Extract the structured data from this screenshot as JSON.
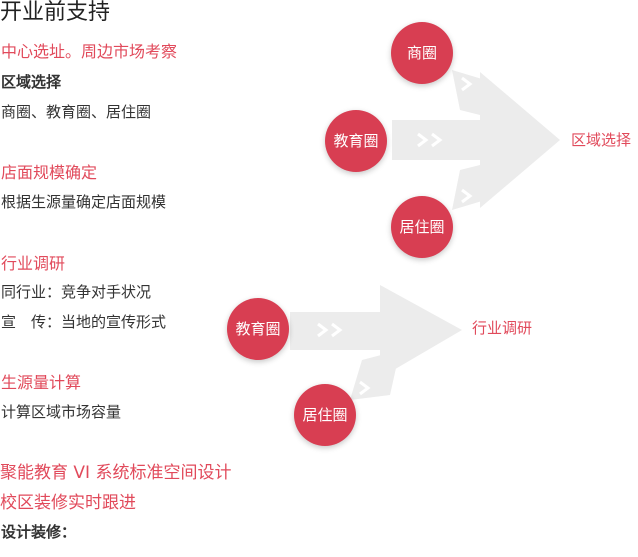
{
  "colors": {
    "accent": "#e14a5b",
    "node": "#d83e52",
    "text_dark": "#333333",
    "arrow": "#ececec",
    "arrow_stripe": "#ffffff"
  },
  "page_title": "开业前支持",
  "sections": {
    "site": {
      "heading": "中心选址。周边市场考察",
      "subheading": "区域选择",
      "detail": "商圈、教育圈、居住圈"
    },
    "scale": {
      "heading": "店面规模确定",
      "detail": "根据生源量确定店面规模"
    },
    "research": {
      "heading": "行业调研",
      "line1": "同行业：竞争对手状况",
      "line2": "宣　传：当地的宣传形式"
    },
    "volume": {
      "heading": "生源量计算",
      "detail": "计算区域市场容量"
    },
    "vi": {
      "heading": "聚能教育 VI 系统标准空间设计"
    },
    "renovation": {
      "heading": "校区装修实时跟进",
      "subheading": "设计装修："
    }
  },
  "diagram_top": {
    "nodes": [
      "商圈",
      "教育圈",
      "居住圈"
    ],
    "target": "区域选择"
  },
  "diagram_bottom": {
    "nodes": [
      "教育圈",
      "居住圈"
    ],
    "target": "行业调研"
  }
}
